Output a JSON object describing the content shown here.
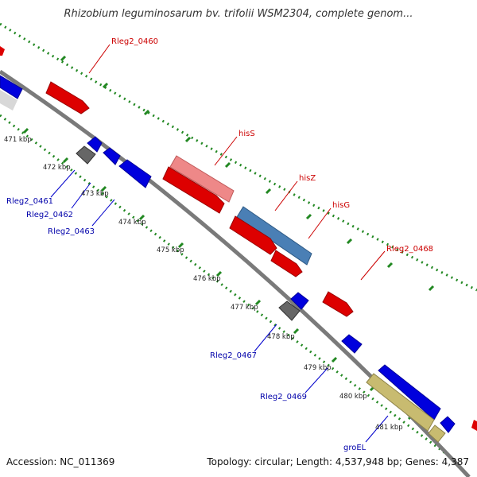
{
  "title": "Rhizobium leguminosarum bv. trifolii WSM2304, complete genom...",
  "footer": {
    "accession": "Accession: NC_011369",
    "topology": "Topology: circular; Length: 4,537,948 bp; Genes: 4,387"
  },
  "ticks": [
    "471 kbp",
    "472 kbp",
    "473 kbp",
    "474 kbp",
    "475 kbp",
    "476 kbp",
    "477 kbp",
    "478 kbp",
    "479 kbp",
    "480 kbp",
    "481 kbp"
  ],
  "genes_forward": [
    {
      "label": "Rleg2_0460",
      "color": "#dd0000"
    },
    {
      "label": "hisS",
      "color": "#e88080"
    },
    {
      "label": "hisZ",
      "color": "#dd0000"
    },
    {
      "label": "hisG",
      "color": "#4a7fb5"
    },
    {
      "label": "Rleg2_0468",
      "color": "#dd0000"
    }
  ],
  "genes_reverse": [
    {
      "label": "Rleg2_0461",
      "color": "#0000cc"
    },
    {
      "label": "Rleg2_0462",
      "color": "#0000cc"
    },
    {
      "label": "Rleg2_0463",
      "color": "#0000cc"
    },
    {
      "label": "Rleg2_0467",
      "color": "#0000cc"
    },
    {
      "label": "Rleg2_0469",
      "color": "#0000cc"
    },
    {
      "label": "groEL",
      "color": "#0000cc"
    }
  ],
  "colors": {
    "forward_label": "#cc0000",
    "reverse_label": "#0000aa",
    "backbone": "#808080",
    "tick_dots": "#228822",
    "pseudo_gene": "#666666",
    "rna_gene": "#c8bb70"
  }
}
